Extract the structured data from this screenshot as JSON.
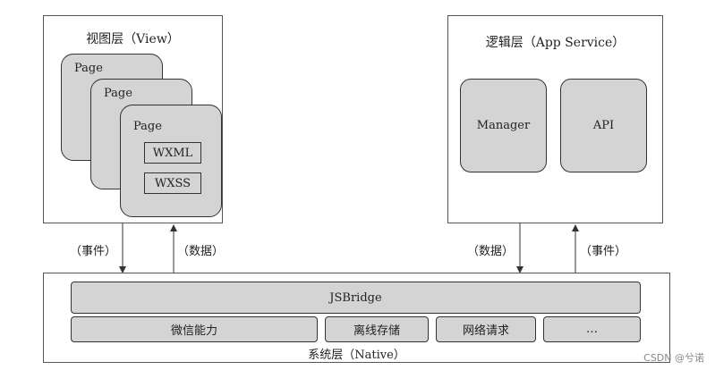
{
  "view_layer": {
    "title": "视图层（View）",
    "pages": [
      "Page",
      "Page",
      "Page"
    ],
    "files": [
      "WXML",
      "WXSS"
    ]
  },
  "logic_layer": {
    "title": "逻辑层（App Service）",
    "modules": [
      "Manager",
      "API"
    ]
  },
  "arrows": {
    "view_down": "（事件）",
    "view_up": "（数据）",
    "logic_down": "（数据）",
    "logic_up": "（事件）"
  },
  "system_layer": {
    "title": "系统层（Native）",
    "jsbridge": "JSBridge",
    "capabilities": [
      "微信能力",
      "离线存储",
      "网络请求",
      "…"
    ]
  },
  "watermark": "CSDN @兮诺"
}
